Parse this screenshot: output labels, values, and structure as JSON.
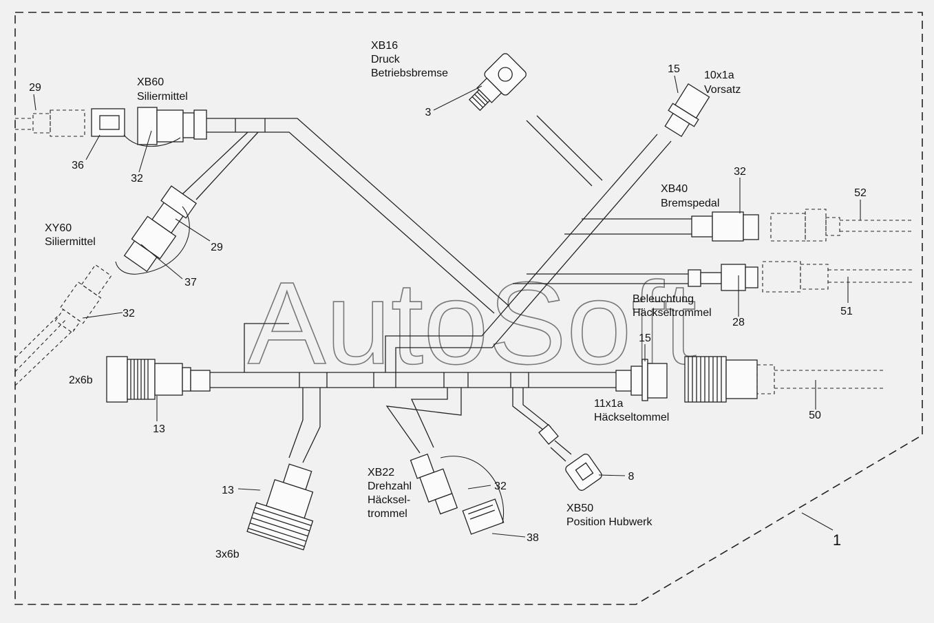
{
  "watermark": "AutoSoft",
  "item_numbers": {
    "n1": "1",
    "n3": "3",
    "n8": "8",
    "n13a": "13",
    "n13b": "13",
    "n15a": "15",
    "n15b": "15",
    "n28": "28",
    "n29a": "29",
    "n29b": "29",
    "n32a": "32",
    "n32b": "32",
    "n32c": "32",
    "n32d": "32",
    "n36": "36",
    "n37": "37",
    "n38": "38",
    "n50": "50",
    "n51": "51",
    "n52": "52"
  },
  "labels": {
    "xb16": {
      "line1": "XB16",
      "line2": "Druck",
      "line3": "Betriebsbremse"
    },
    "xb60": {
      "line1": "XB60",
      "line2": "Siliermittel"
    },
    "xy60": {
      "line1": "XY60",
      "line2": "Siliermittel"
    },
    "vorsatz": {
      "line1": "10x1a",
      "line2": "Vorsatz"
    },
    "xb40": {
      "line1": "XB40",
      "line2": "Bremspedal"
    },
    "beleuchtung": {
      "line1": "Beleuchtung",
      "line2": "Häckseltrommel"
    },
    "haeckseltommel": {
      "line1": "11x1a",
      "line2": "Häckseltommel"
    },
    "c2x6b": "2x6b",
    "c3x6b": "3x6b",
    "xb22": {
      "line1": "XB22",
      "line2": "Drehzahl",
      "line3": "Häcksel-",
      "line4": "trommel"
    },
    "xb50": {
      "line1": "XB50",
      "line2": "Position Hubwerk"
    }
  }
}
